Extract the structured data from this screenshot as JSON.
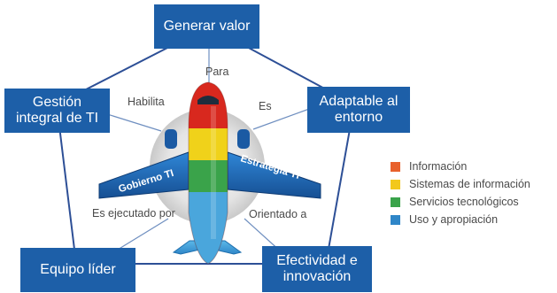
{
  "nodes": {
    "top": "Generar valor",
    "left": "Gestión integral de TI",
    "right": "Adaptable al entorno",
    "bottom_left": "Equipo líder",
    "bottom_right": "Efectividad e innovación"
  },
  "edge_labels": {
    "para": "Para",
    "habilita": "Habilita",
    "es": "Es",
    "ejecutado": "Es ejecutado por",
    "orientado": "Orientado a"
  },
  "wings": {
    "left": "Gobierno TI",
    "right": "Estrategia TI"
  },
  "legend": [
    {
      "label": "Información",
      "color": "#e8612c"
    },
    {
      "label": "Sistemas de información",
      "color": "#f2c81c"
    },
    {
      "label": "Servicios tecnológicos",
      "color": "#3aa34a"
    },
    {
      "label": "Uso y apropiación",
      "color": "#2f86c8"
    }
  ],
  "colors": {
    "box": "#1d5fa8",
    "line": "#2d4f96",
    "fuselage_red": "#d8281e",
    "fuselage_yellow": "#f0d21a",
    "fuselage_green": "#3aa34a",
    "fuselage_blue": "#4aa6dc",
    "wing": "#1b68b8"
  }
}
